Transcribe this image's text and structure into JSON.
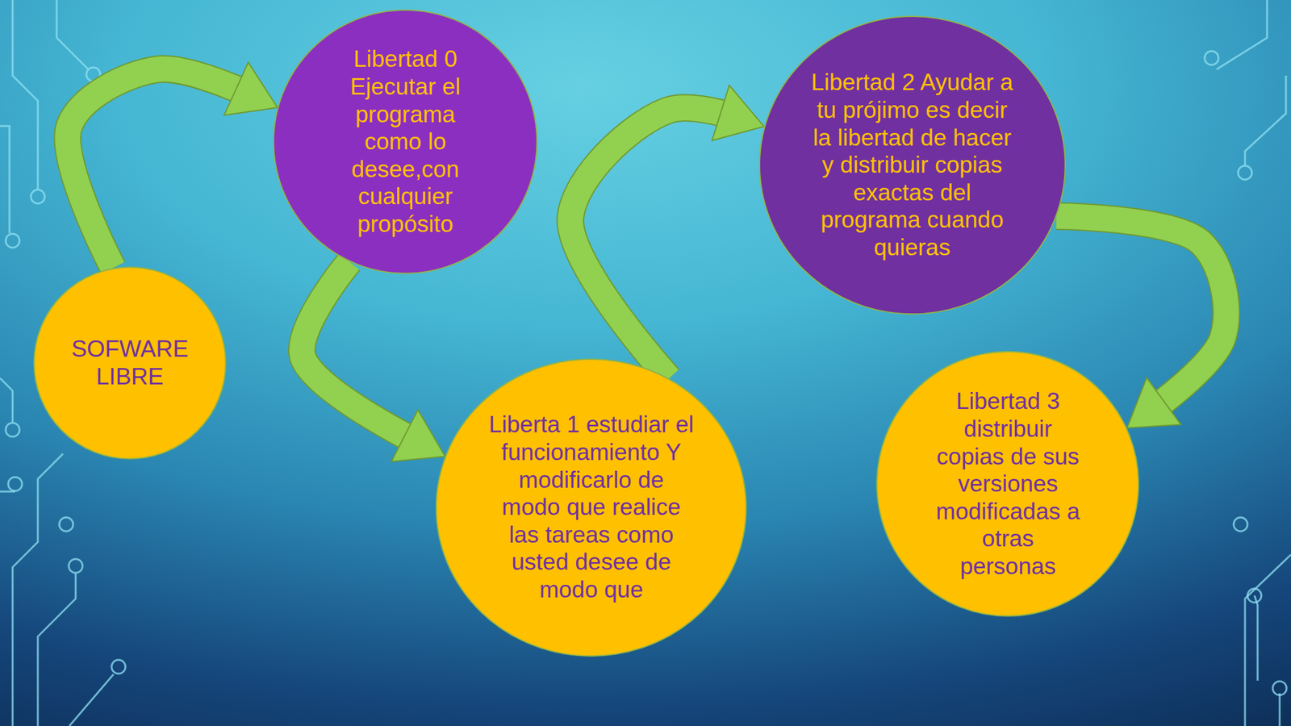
{
  "diagram": {
    "nodes": [
      {
        "text": [
          "SOFWARE LIBRE"
        ]
      },
      {
        "text": [
          "Libertad 0 Ejecutar el programa como lo desee,con cualquier propósito"
        ]
      },
      {
        "text": [
          "Liberta 1 estudiar el funcionamiento Y modificarlo de modo que realice las tareas como usted desee de modo que"
        ]
      },
      {
        "text": [
          "Libertad 2 Ayudar a tu prójimo es decir la libertad de hacer y distribuir copias exactas del programa cuando quieras"
        ]
      },
      {
        "text": [
          "Libertad 3 distribuir copias de sus versiones modificadas a otras personas"
        ]
      }
    ],
    "edges": [
      {
        "from": 0,
        "to": 1,
        "arrow": "to"
      },
      {
        "from": 1,
        "to": 2,
        "arrow": "to"
      },
      {
        "from": 2,
        "to": 3,
        "arrow": "to"
      },
      {
        "from": 3,
        "to": 4,
        "arrow": "to"
      }
    ]
  }
}
